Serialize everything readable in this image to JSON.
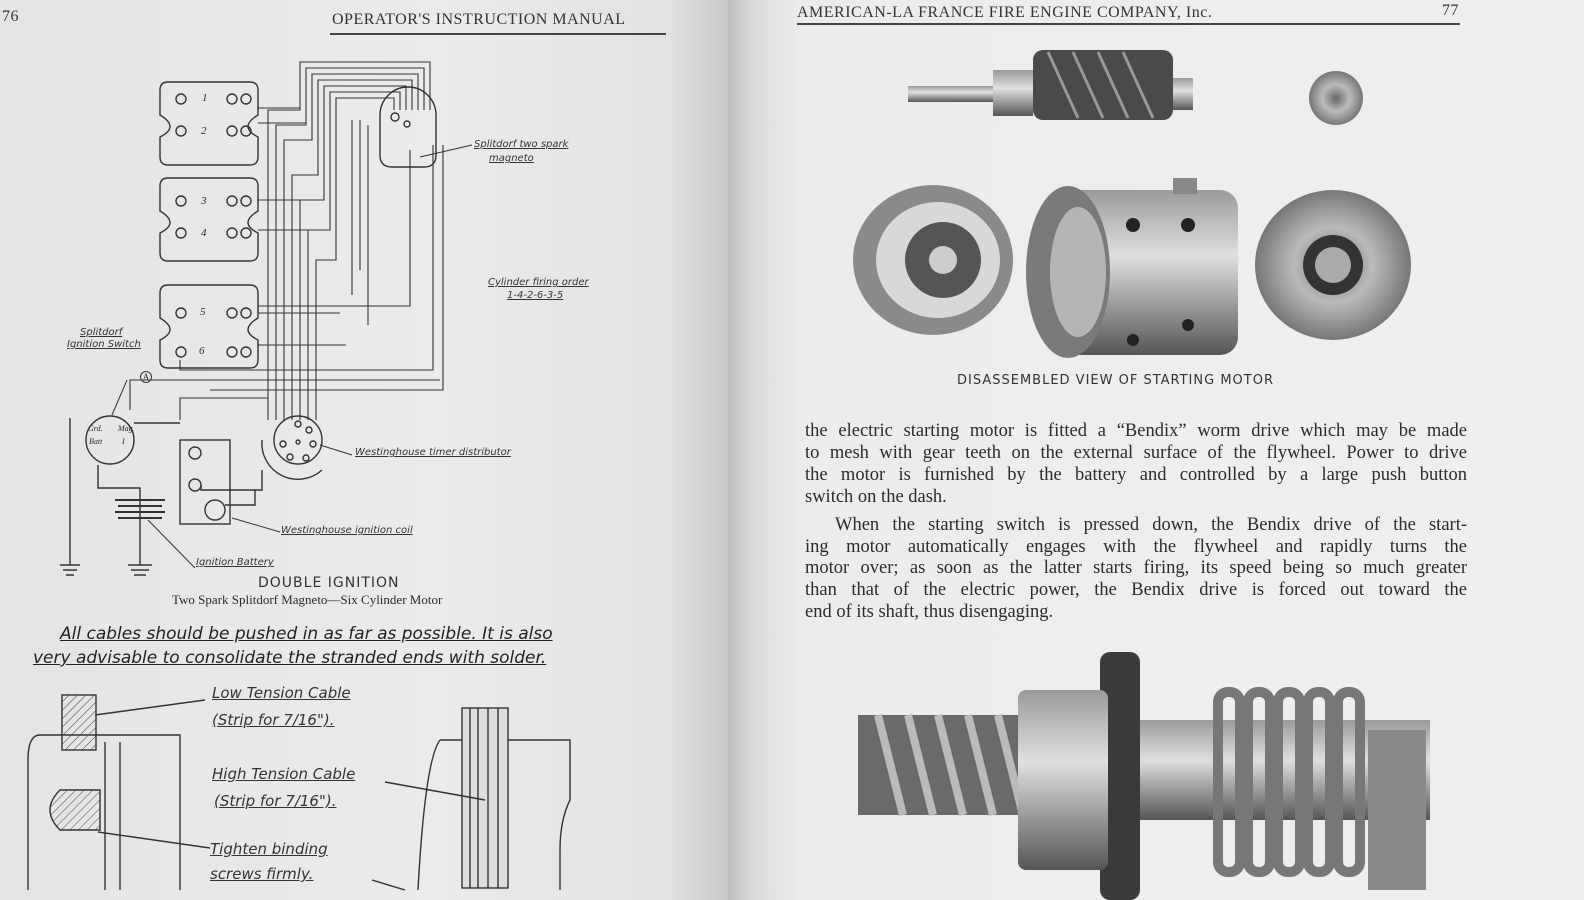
{
  "left_page": {
    "page_number": "76",
    "running_head": "OPERATOR'S INSTRUCTION MANUAL",
    "diagram": {
      "cylinder_numbers": [
        "1",
        "2",
        "3",
        "4",
        "5",
        "6"
      ],
      "labels": {
        "magneto_1": "Splitdorf two spark",
        "magneto_2": "magneto",
        "firing_order_1": "Cylinder firing order",
        "firing_order_2": "1-4-2-6-3-5",
        "switch_1": "Splitdorf",
        "switch_2": "Ignition Switch",
        "switch_marker": "A",
        "switch_grd": "Grd.",
        "switch_mag": "Mag",
        "switch_batt": "Batt",
        "switch_i": "I",
        "timer": "Westinghouse timer distributor",
        "coil": "Westinghouse ignition coil",
        "battery": "Ignition Battery"
      },
      "title": "DOUBLE IGNITION",
      "subtitle": "Two Spark Splitdorf Magneto—Six Cylinder Motor"
    },
    "note_line_1": "All cables should be pushed in as far as possible. It is also",
    "note_line_2": "very advisable to consolidate the stranded ends with solder.",
    "cable_labels": {
      "low_tension": "Low Tension Cable",
      "low_strip": "(Strip for 7/16\").",
      "high_tension": "High Tension Cable",
      "high_strip": "(Strip for 7/16\").",
      "tighten_1": "Tighten binding",
      "tighten_2": "screws firmly."
    }
  },
  "right_page": {
    "page_number": "77",
    "running_head": "AMERICAN-LA FRANCE FIRE ENGINE COMPANY, Inc.",
    "photo_caption": "DISASSEMBLED VIEW OF STARTING MOTOR",
    "paragraph_1": [
      "the electric starting motor is fitted a “Bendix” worm drive which may be made",
      "to mesh with gear teeth on the external surface of the flywheel.   Power to drive",
      "the motor is furnished by the battery and controlled by a large push button",
      "switch on the dash."
    ],
    "paragraph_2": [
      "When the starting switch is pressed down, the Bendix drive of the start-",
      "ing motor automatically engages with the flywheel and rapidly turns the",
      "motor over; as soon as the latter starts firing, its speed being so much greater",
      "than that of the electric power, the Bendix drive is forced out toward the",
      "end of its shaft, thus disengaging."
    ]
  }
}
